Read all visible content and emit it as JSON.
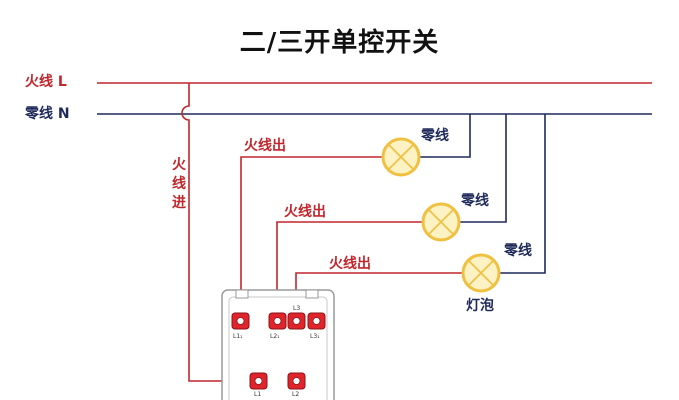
{
  "diagram": {
    "title": "二/三开单控开关",
    "live_line_label": "火线 L",
    "neutral_line_label": "零线 N",
    "live_in_label": "火线进",
    "live_out_labels": [
      "火线出",
      "火线出",
      "火线出"
    ],
    "neutral_labels": [
      "零线",
      "零线",
      "零线"
    ],
    "lamp_label": "灯泡",
    "terminal_labels": [
      "L1₁",
      "L2₁",
      "L3",
      "L3₁",
      "L1",
      "L2"
    ],
    "colors": {
      "live_wire": "#c0272d",
      "neutral_wire": "#1f2a5a",
      "lamp_fill": "#fdf2c4",
      "lamp_ring": "#f0c040",
      "terminal": "#e0242c"
    }
  }
}
